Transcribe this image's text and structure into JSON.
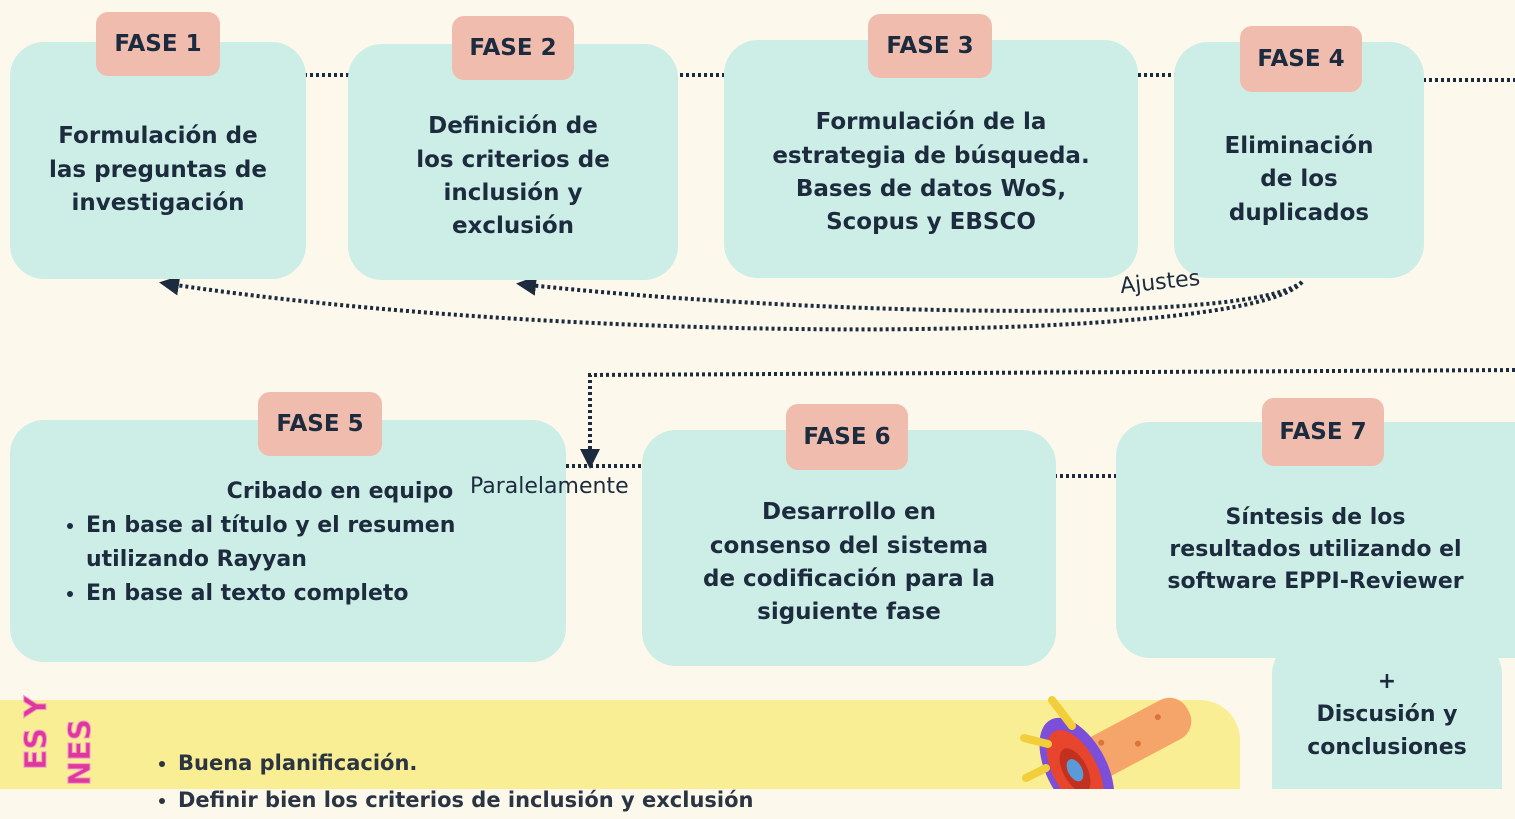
{
  "phases": [
    {
      "tag": "FASE 1",
      "lines": [
        "Formulación de",
        "las preguntas de",
        "investigación"
      ]
    },
    {
      "tag": "FASE 2",
      "lines": [
        "Definición de",
        "los criterios de",
        "inclusión y",
        "exclusión"
      ]
    },
    {
      "tag": "FASE 3",
      "lines": [
        "Formulación de la",
        "estrategia de búsqueda.",
        "Bases de datos WoS,",
        "Scopus y EBSCO"
      ]
    },
    {
      "tag": "FASE 4",
      "lines": [
        "Eliminación",
        "de los",
        "duplicados"
      ]
    },
    {
      "tag": "FASE 5",
      "title": "Cribado en equipo",
      "bullets": [
        "En base al título y el resumen utilizando Rayyan",
        "En base al texto completo"
      ]
    },
    {
      "tag": "FASE 6",
      "lines": [
        "Desarrollo en",
        "consenso del sistema",
        "de codificación para la",
        "siguiente fase"
      ]
    },
    {
      "tag": "FASE 7",
      "lines": [
        "Síntesis de los",
        "resultados utilizando el",
        "software EPPI-Reviewer"
      ]
    }
  ],
  "labels": {
    "ajustes": "Ajustes",
    "paralelamente": "Paralelamente"
  },
  "extra": {
    "plus": "+",
    "line1": "Discusión y",
    "line2": "conclusiones"
  },
  "notes": [
    "Buena planificación.",
    "Definir bien los criterios de inclusión y exclusión"
  ],
  "side_title": [
    "…ES Y",
    "…NES"
  ],
  "colors": {
    "box": "#cdeee6",
    "tag": "#efbcae",
    "strip": "#f8ec8a",
    "side_title": "#e0389a"
  }
}
